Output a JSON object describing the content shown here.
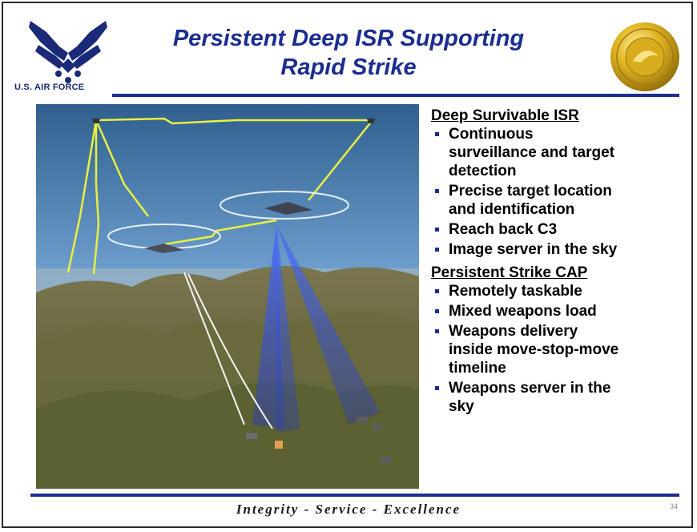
{
  "header": {
    "logo_text": "U.S. AIR FORCE",
    "title_line1": "Persistent Deep ISR Supporting",
    "title_line2": "Rapid Strike"
  },
  "content": {
    "section1": {
      "heading": "Deep Survivable ISR",
      "bullets": [
        {
          "line1": "Continuous",
          "line2": "surveillance and target",
          "line3": "detection"
        },
        {
          "line1": "Precise target location",
          "line2": "and identification"
        },
        {
          "line1": "Reach back C3"
        },
        {
          "line1": "Image server in the sky"
        }
      ]
    },
    "section2": {
      "heading": "Persistent Strike CAP",
      "bullets": [
        {
          "line1": "Remotely taskable"
        },
        {
          "line1": "Mixed weapons load"
        },
        {
          "line1": "Weapons delivery",
          "line2": "inside move-stop-move",
          "line3": "timeline"
        },
        {
          "line1": "Weapons server in the",
          "line2": "sky"
        }
      ]
    }
  },
  "footer": {
    "motto": "Integrity - Service - Excellence",
    "page_number": "34"
  },
  "colors": {
    "brand_blue": "#1b2d8f",
    "sky": "#5f8fc0",
    "terrain": "#6f6a3e"
  }
}
